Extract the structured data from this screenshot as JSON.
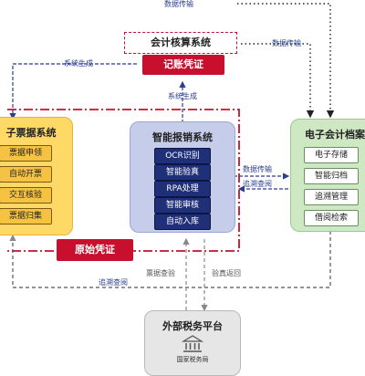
{
  "top_label": "数据传输",
  "accounting_system": {
    "title": "会计核算系统"
  },
  "voucher": {
    "label": "记账凭证"
  },
  "original_voucher": {
    "label": "原始凭证"
  },
  "edges": {
    "system_generate_left": "系统生成",
    "system_generate_mid": "系统生成",
    "data_transfer_right": "数据传输",
    "data_transfer_center": "数据传输",
    "trace_query_center": "追溯查阅",
    "trace_query_bottom": "追溯查阅",
    "invoice_verify": "票据查验",
    "verify_return": "验真返回"
  },
  "left_panel": {
    "title": "子票据系统",
    "items": [
      "票据申领",
      "自动开票",
      "交互核验",
      "票据归集"
    ]
  },
  "center_panel": {
    "title": "智能报销系统",
    "items": [
      "OCR识别",
      "智能验真",
      "RPA处理",
      "智能审核",
      "自动入库"
    ]
  },
  "right_panel": {
    "title": "电子会计档案",
    "items": [
      "电子存储",
      "智能归档",
      "追溯管理",
      "借阅检索"
    ]
  },
  "bottom_panel": {
    "title": "外部税务平台",
    "bureau": "国家税务局"
  },
  "colors": {
    "red": "#c8102e",
    "blue_line": "#2a3e8c",
    "yellow": "#ffd966",
    "lavender": "#c6cdea",
    "green": "#cfe8c4",
    "gray": "#e6e6e6"
  }
}
